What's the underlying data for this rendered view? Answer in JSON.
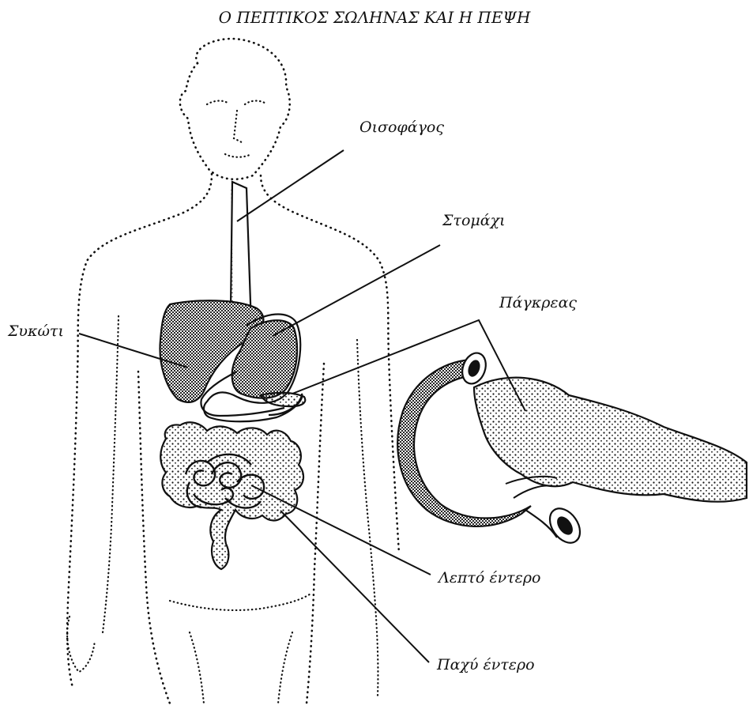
{
  "title": "Ο ΠΕΠΤΙΚΟΣ ΣΩΛΗΝΑΣ ΚΑΙ Η ΠΕΨΗ",
  "labels": {
    "oesophagus": "Οισοφάγος",
    "stomach": "Στομάχι",
    "pancreas": "Πάγκρεας",
    "liver": "Συκώτι",
    "small_intestine": "Λεπτό έντερο",
    "large_intestine": "Παχύ έντερο"
  },
  "colors": {
    "ink": "#111111",
    "paper": "#ffffff"
  }
}
